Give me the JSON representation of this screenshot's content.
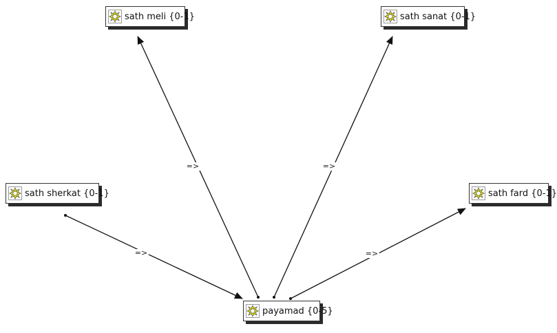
{
  "nodes": [
    {
      "id": "sath-meli",
      "label": "sath meli {0-1}",
      "icon": "variable-node-icon"
    },
    {
      "id": "sath-sanat",
      "label": "sath sanat {0-1}",
      "icon": "variable-node-icon"
    },
    {
      "id": "sath-sherkat",
      "label": "sath sherkat {0-1}",
      "icon": "variable-node-icon"
    },
    {
      "id": "sath-fard",
      "label": "sath fard {0-1}",
      "icon": "variable-node-icon"
    },
    {
      "id": "payamad",
      "label": "payamad {0-5}",
      "icon": "variable-node-icon"
    }
  ],
  "edges": [
    {
      "from": "payamad",
      "to": "sath-meli",
      "label": "=>"
    },
    {
      "from": "payamad",
      "to": "sath-sanat",
      "label": "=>"
    },
    {
      "from": "sath-sherkat",
      "to": "payamad",
      "label": "=>"
    },
    {
      "from": "payamad",
      "to": "sath-fard",
      "label": "=>"
    }
  ],
  "colors": {
    "node_icon_fill": "#e6e600",
    "node_icon_stroke": "#555555",
    "line": "#111111"
  }
}
